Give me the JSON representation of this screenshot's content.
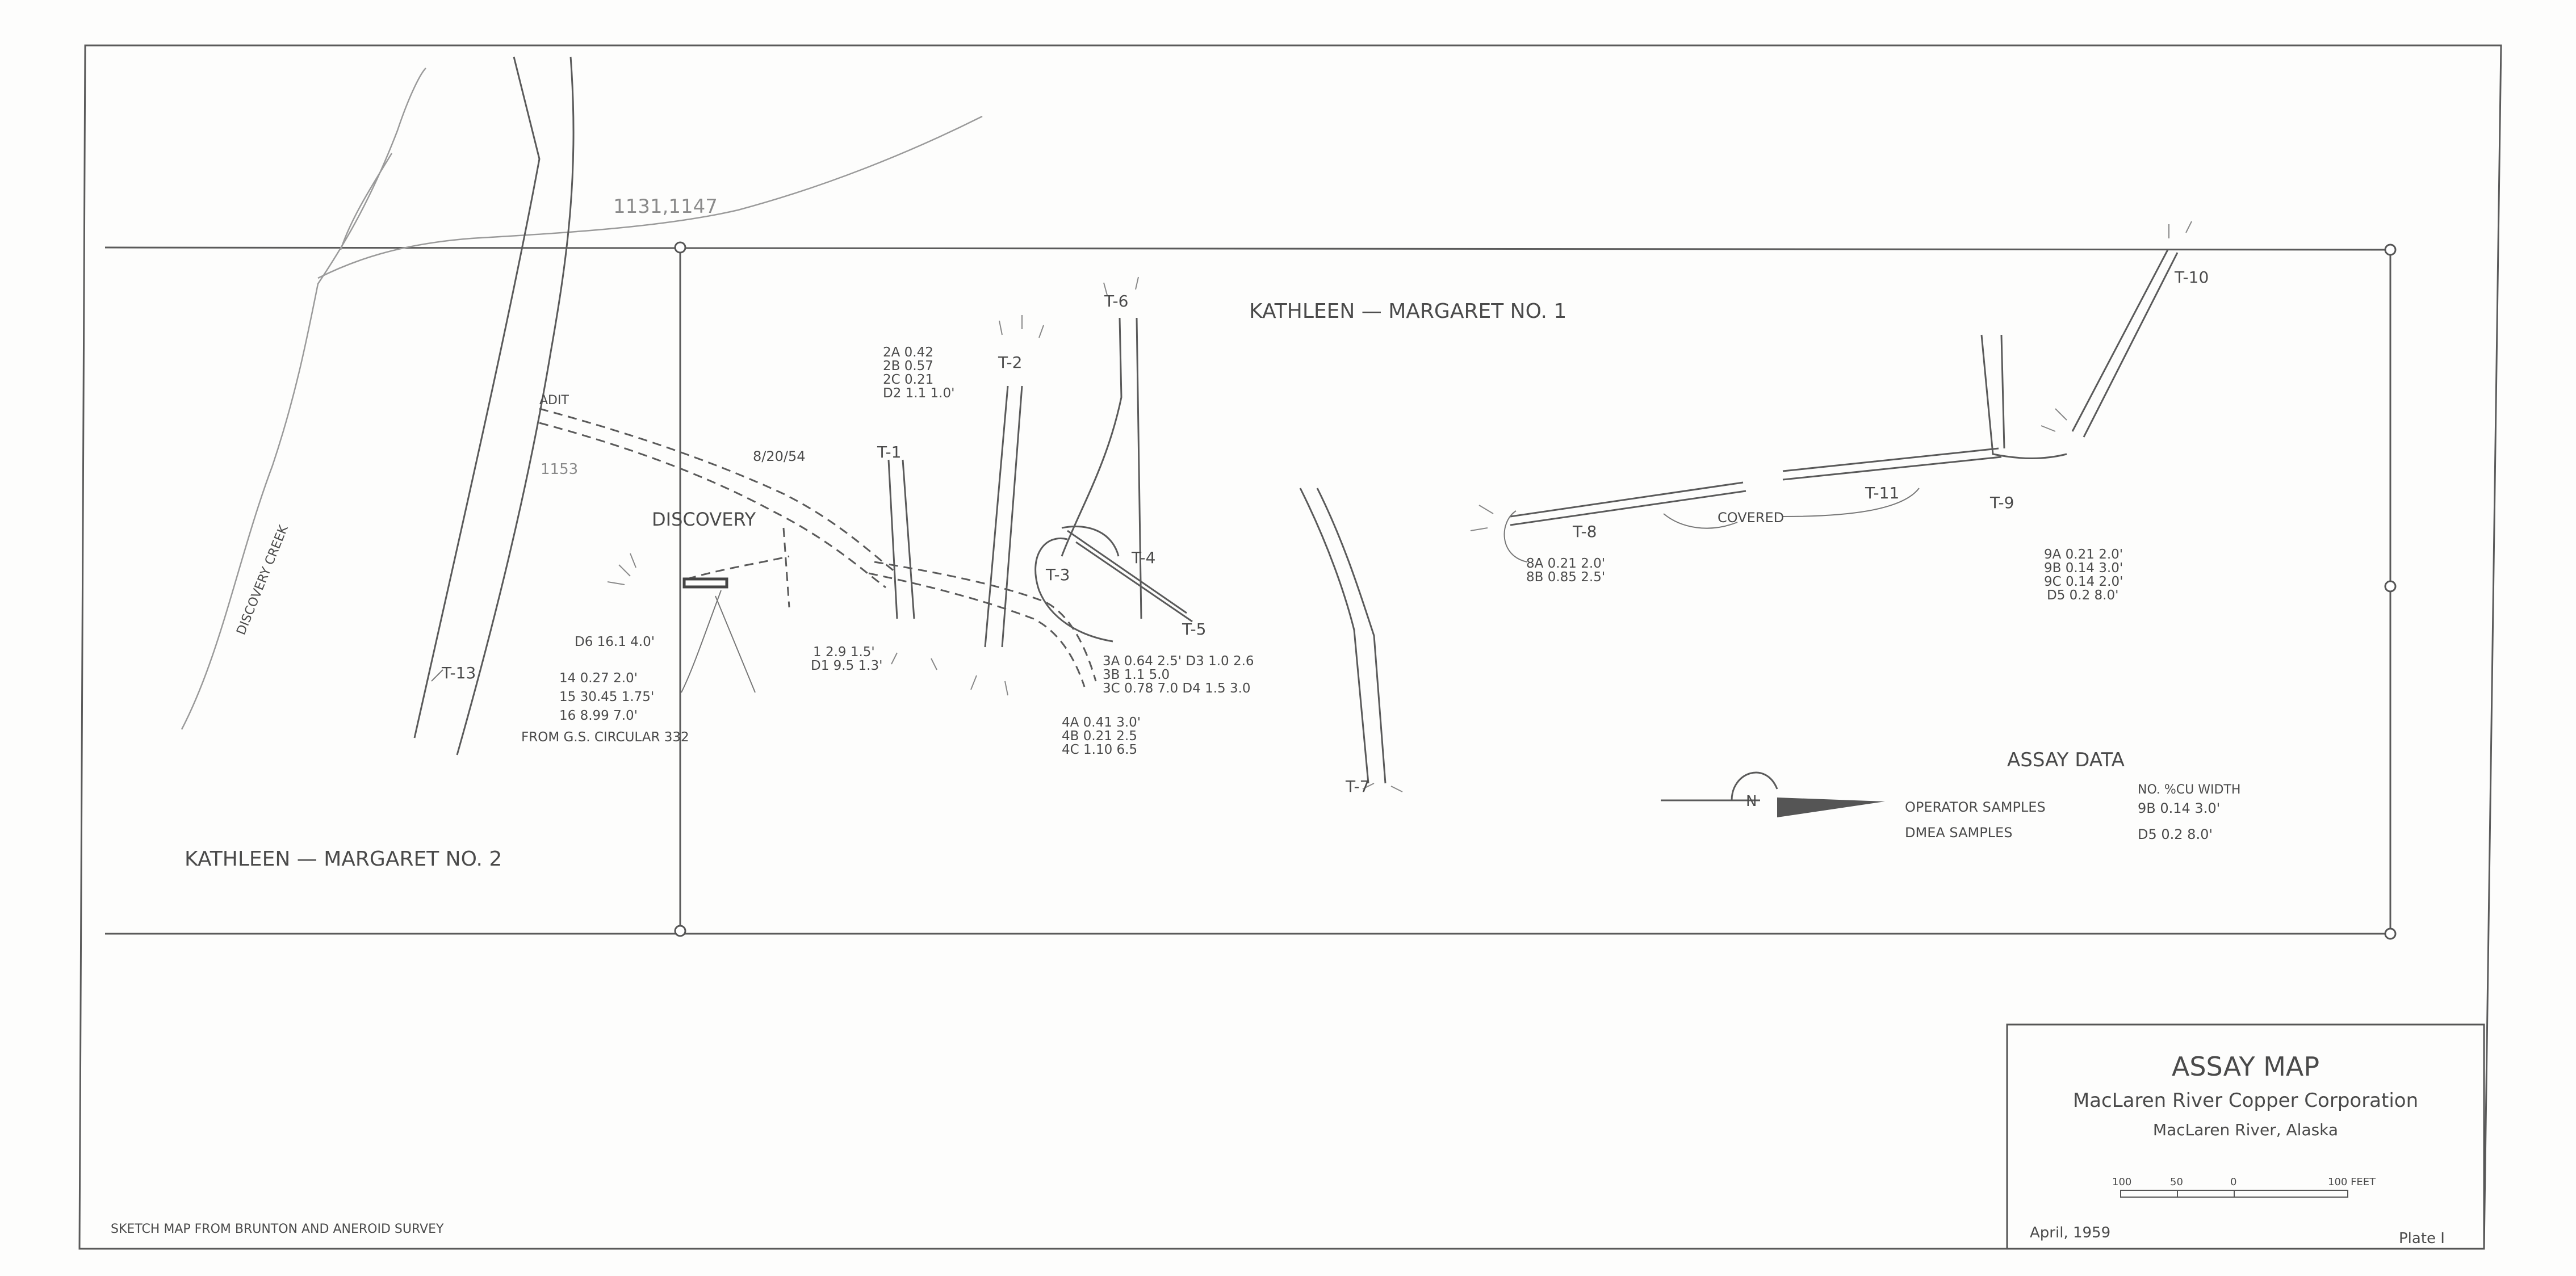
{
  "claims": {
    "km1": "KATHLEEN — MARGARET  NO. 1",
    "km2": "KATHLEEN — MARGARET  NO. 2"
  },
  "features": {
    "creek": "DISCOVERY CREEK",
    "adit": "ADIT",
    "discovery": "DISCOVERY",
    "date": "8/20/54",
    "covered": "COVERED",
    "elev_top": "1131,1147",
    "elev_adit": "1153"
  },
  "trenches": [
    "T-1",
    "T-2",
    "T-3",
    "T-4",
    "T-5",
    "T-6",
    "T-7",
    "T-8",
    "T-9",
    "T-10",
    "T-11",
    "T-13"
  ],
  "samples": {
    "t2": [
      "2A  0.42",
      "2B  0.57",
      "2C  0.21",
      "D2  1.1   1.0'"
    ],
    "disc_d6": "D6  16.1   4.0'",
    "disc_rows": [
      "14      0.27     2.0'",
      "15    30.45    1.75'",
      "16      8.99     7.0'"
    ],
    "disc_src": "FROM G.S. CIRCULAR 332",
    "t1": [
      "1    2.9   1.5'",
      "D1  9.5   1.3'"
    ],
    "t3": [
      "3A  0.64   2.5'  D3   1.0    2.6",
      "3B  1.1     5.0",
      "3C  0.78   7.0   D4   1.5    3.0"
    ],
    "t4": [
      "4A  0.41   3.0'",
      "4B  0.21   2.5",
      "4C  1.10   6.5"
    ],
    "t8": [
      "8A  0.21  2.0'",
      "8B  0.85  2.5'"
    ],
    "t9": [
      "9A  0.21   2.0'",
      "9B  0.14   3.0'",
      "9C  0.14   2.0'",
      "D5  0.2     8.0'"
    ]
  },
  "legend": {
    "north": "N",
    "title": "ASSAY   DATA",
    "header": "NO.   %CU    WIDTH",
    "operator": "OPERATOR    SAMPLES",
    "operator_vals": "9B   0.14     3.0'",
    "dmea": "DMEA    SAMPLES",
    "dmea_vals": "D5   0.2      8.0'"
  },
  "title_block": {
    "title": "ASSAY   MAP",
    "company": "MacLaren  River  Copper  Corporation",
    "location": "MacLaren  River,  Alaska",
    "scale_labels": [
      "100",
      "50",
      "0",
      "100  FEET"
    ],
    "date": "April, 1959",
    "plate": "Plate  I"
  },
  "footer": "SKETCH  MAP  FROM  BRUNTON  AND  ANEROID  SURVEY"
}
